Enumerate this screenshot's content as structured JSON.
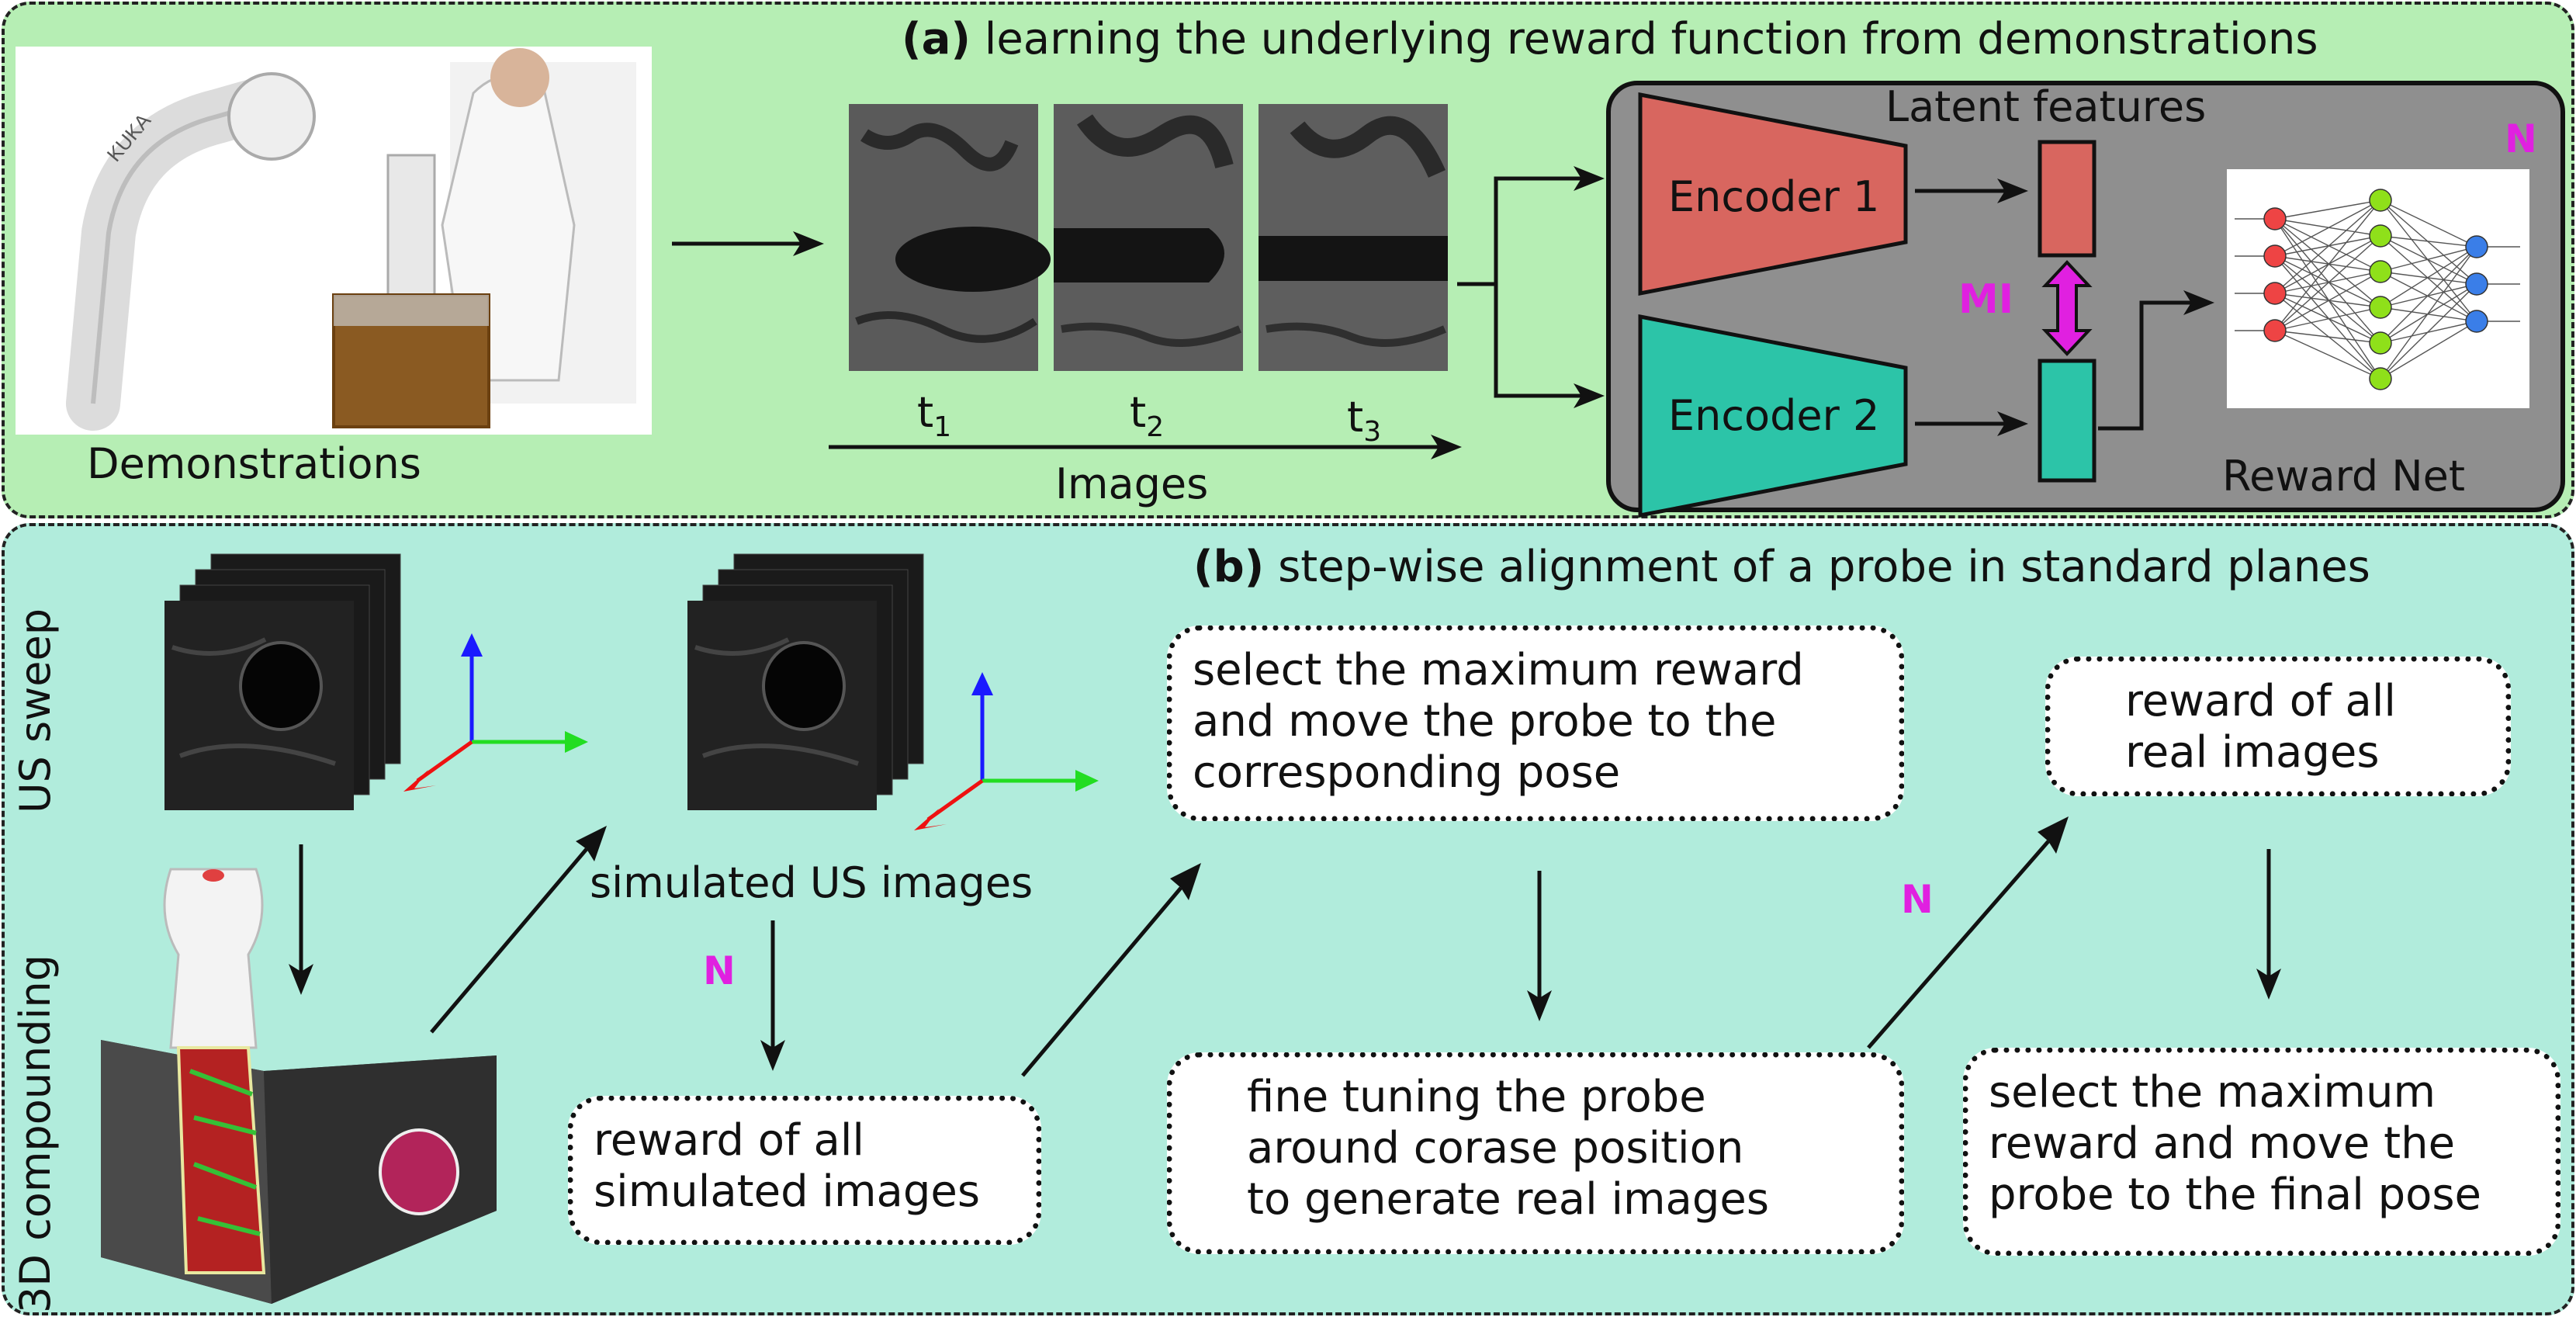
{
  "panel_a": {
    "label": "(a)",
    "title": "learning the underlying reward function from demonstrations",
    "demonstrations": "Demonstrations",
    "time_labels": [
      "t",
      "t",
      "t"
    ],
    "time_subscripts": [
      "1",
      "2",
      "3"
    ],
    "images_label": "Images",
    "latent_features": "Latent features",
    "encoder1": "Encoder 1",
    "encoder2": "Encoder 2",
    "mi": "MI",
    "n": "N",
    "reward_net": "Reward Net"
  },
  "panel_b": {
    "label": "(b)",
    "title": "step-wise alignment of a probe in standard  planes",
    "us_sweep": "US sweep",
    "compounding": "3D compounding",
    "simulated_images": "simulated US images",
    "n1": "N",
    "n2": "N",
    "box_reward_sim": [
      "reward of all",
      "simulated images"
    ],
    "box_select_max": [
      "select the maximum reward",
      "and move the probe to the",
      "corresponding pose"
    ],
    "box_fine_tuning": [
      "fine tuning the probe",
      "around corase position",
      "to generate real images"
    ],
    "box_reward_real": [
      "reward of all",
      "real images"
    ],
    "box_final": [
      "select the maximum",
      "reward and move the",
      "probe to the final pose"
    ]
  },
  "colors": {
    "panel_a_bg": "#b6eeb4",
    "panel_b_bg": "#b1ecdc",
    "encoder1": "#d8665f",
    "encoder2": "#2cc4a8",
    "reward_net_panel": "#8f8f8f",
    "mi_accent": "#e020e0"
  }
}
